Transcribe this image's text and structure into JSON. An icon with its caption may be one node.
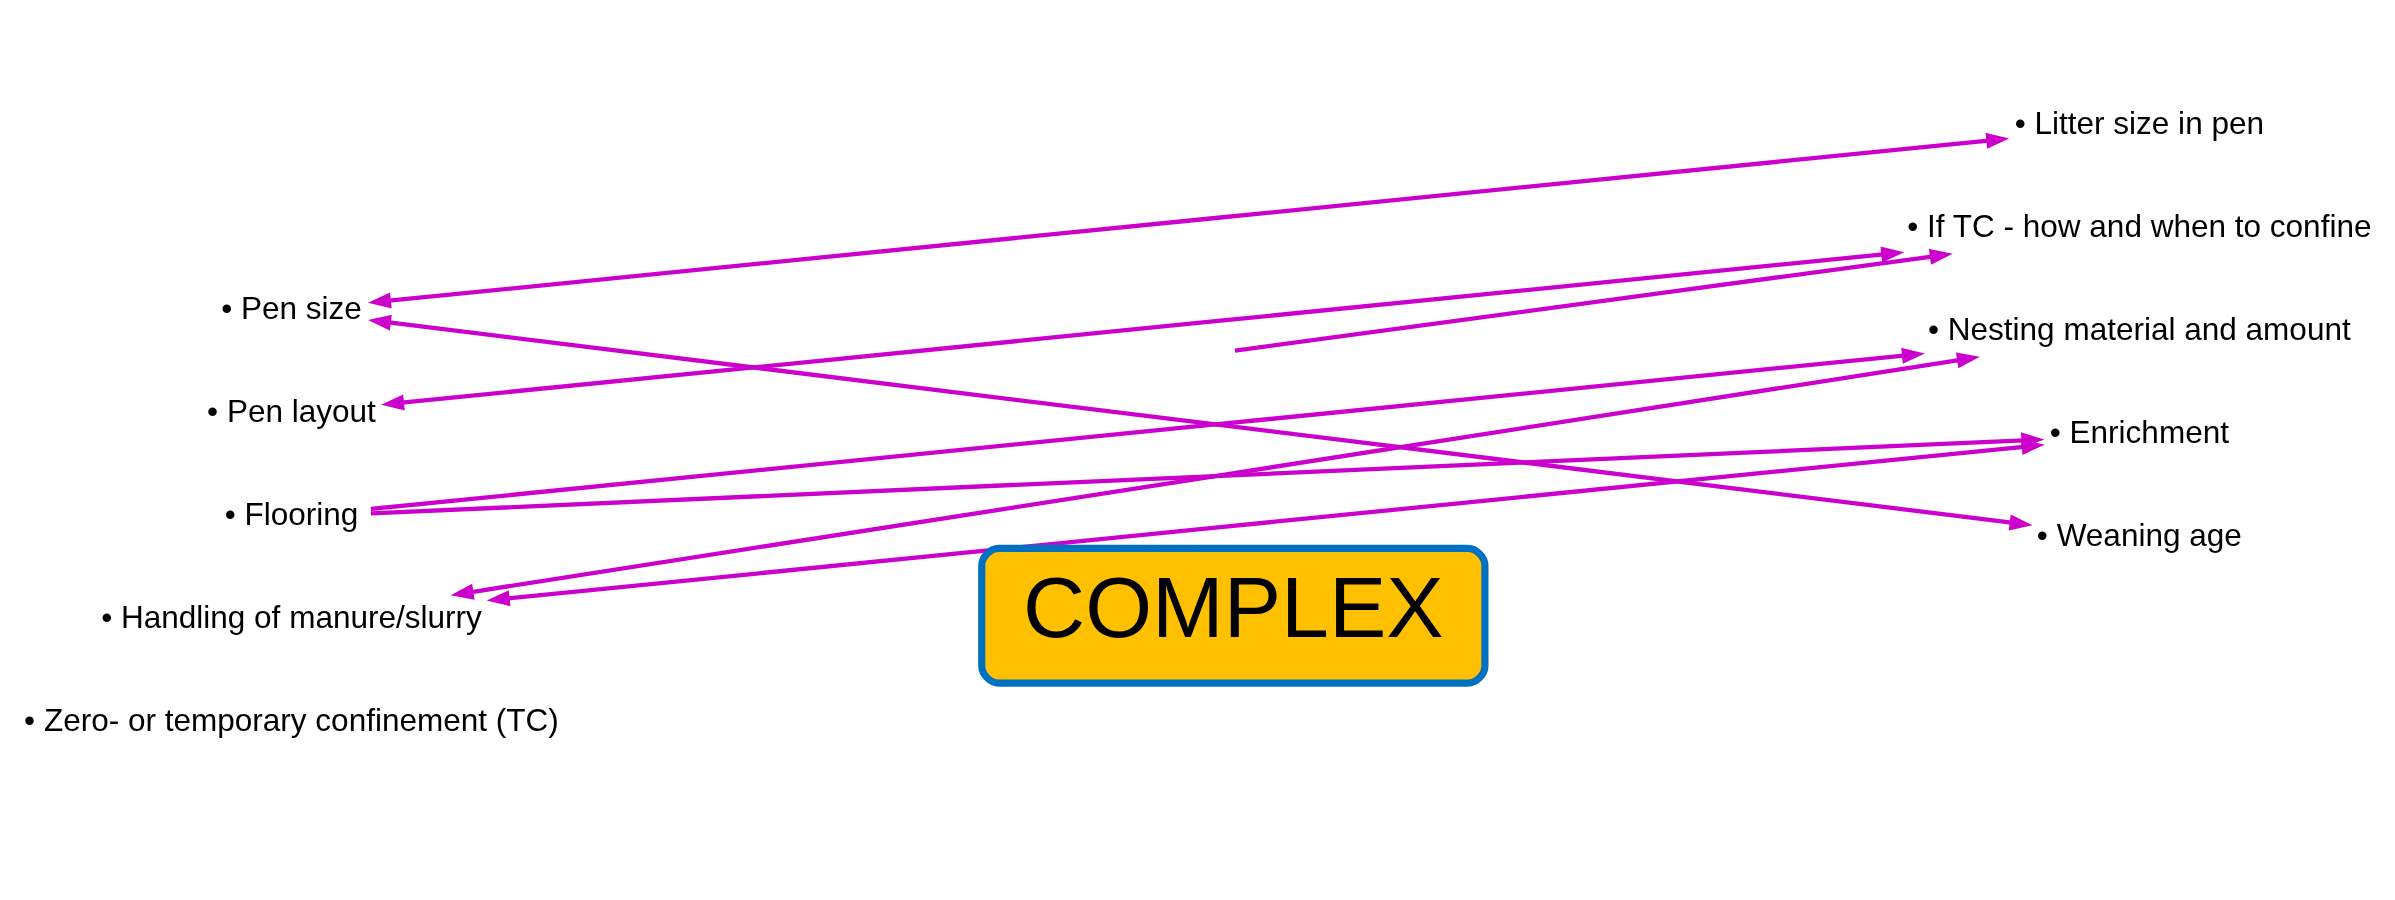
{
  "diagram": {
    "nodes": [
      {
        "text": [
          "• Pen size"
        ]
      },
      {
        "text": [
          "• Pen layout"
        ]
      },
      {
        "text": [
          "• Flooring"
        ]
      },
      {
        "text": [
          "• Handling of manure/slurry"
        ]
      },
      {
        "text": [
          "• Zero- or temporary confinement (TC)"
        ]
      },
      {
        "text": [
          "• Litter size in pen"
        ]
      },
      {
        "text": [
          "• If TC - how and when to confine"
        ]
      },
      {
        "text": [
          "• Nesting material and amount"
        ]
      },
      {
        "text": [
          "• Enrichment"
        ]
      },
      {
        "text": [
          "• Weaning age"
        ]
      },
      {
        "text": [
          "COMPLEX"
        ]
      }
    ],
    "edges": [
      {
        "from": 0,
        "to": 5,
        "arrow": "both"
      },
      {
        "from": 0,
        "to": 9,
        "arrow": "both"
      },
      {
        "from": 1,
        "to": 6,
        "arrow": "both"
      },
      {
        "from": null,
        "to": 6,
        "arrow": "to"
      },
      {
        "from": 2,
        "to": 7,
        "arrow": "to"
      },
      {
        "from": 2,
        "to": 8,
        "arrow": "to"
      },
      {
        "from": 3,
        "to": 7,
        "arrow": "both"
      },
      {
        "from": 3,
        "to": 8,
        "arrow": "both"
      }
    ]
  }
}
